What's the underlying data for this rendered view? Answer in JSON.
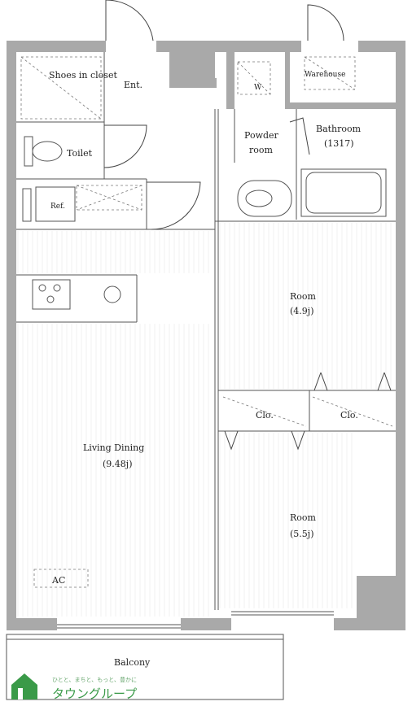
{
  "rooms": {
    "shoes_closet": "Shoes in closet",
    "entrance": "Ent.",
    "toilet": "Toilet",
    "refrigerator": "Ref.",
    "powder_room_line1": "Powder",
    "powder_room_line2": "room",
    "washer": "W",
    "bathroom_line1": "Bathroom",
    "bathroom_line2": "(1317)",
    "warehouse": "Warehouse",
    "room_north": "Room",
    "room_north_size": "(4.9j)",
    "closet_left": "Clo.",
    "closet_right": "Clo.",
    "living_dining": "Living Dining",
    "living_dining_size": "(9.48j)",
    "room_south": "Room",
    "room_south_size": "(5.5j)",
    "ac": "AC",
    "balcony": "Balcony"
  },
  "brand": {
    "tagline": "ひとと、まちと、もっと、豊かに",
    "name": "タウングループ",
    "color": "#3a9a48"
  }
}
